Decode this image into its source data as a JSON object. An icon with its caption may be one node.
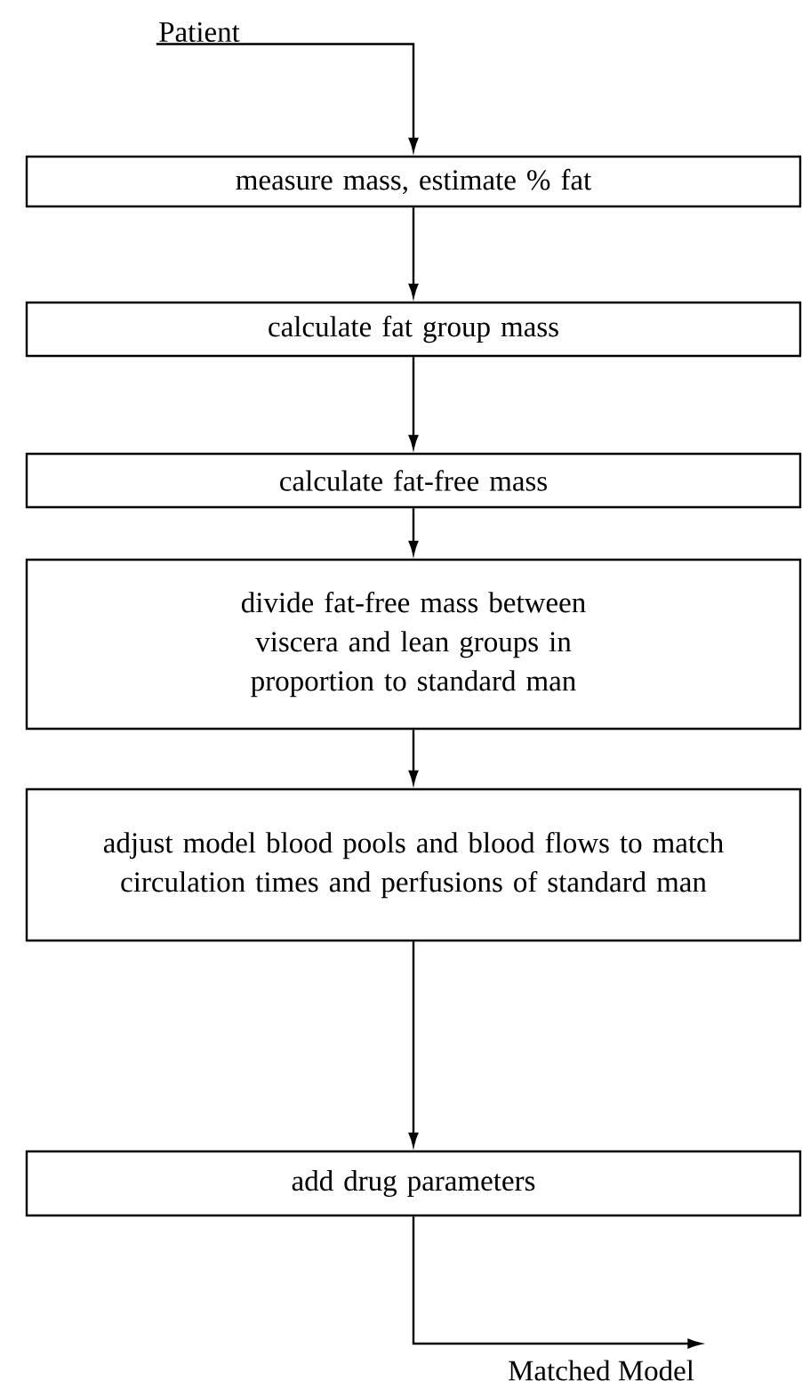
{
  "diagram": {
    "nodes": [
      {
        "text": [
          "Patient"
        ]
      },
      {
        "text": [
          "measure mass, estimate % fat"
        ]
      },
      {
        "text": [
          "calculate fat group mass"
        ]
      },
      {
        "text": [
          "calculate fat-free mass"
        ]
      },
      {
        "text": [
          "divide fat-free mass between viscera and lean groups in proportion to standard man"
        ]
      },
      {
        "text": [
          "adjust model blood pools and blood flows to match circulation times and perfusions of standard man"
        ]
      },
      {
        "text": [
          "add drug parameters"
        ]
      },
      {
        "text": [
          "Matched Model"
        ]
      }
    ],
    "edges": [
      {
        "from": 0,
        "to": 1,
        "arrow": "to"
      },
      {
        "from": 1,
        "to": 2,
        "arrow": "to"
      },
      {
        "from": 2,
        "to": 3,
        "arrow": "to"
      },
      {
        "from": 3,
        "to": 4,
        "arrow": "to"
      },
      {
        "from": 4,
        "to": 5,
        "arrow": "to"
      },
      {
        "from": 5,
        "to": 6,
        "arrow": "to"
      },
      {
        "from": 6,
        "to": 7,
        "arrow": "to"
      }
    ]
  }
}
